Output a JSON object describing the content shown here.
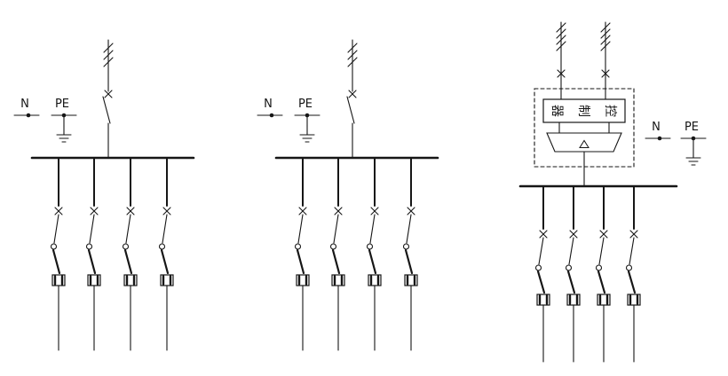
{
  "diagram": {
    "kind": "electrical one-line diagram, three distribution panels",
    "labels": {
      "neutral": "N",
      "pe": "PE"
    },
    "controller": {
      "label": "控制器",
      "chars": [
        "器",
        "制",
        "控"
      ]
    }
  }
}
